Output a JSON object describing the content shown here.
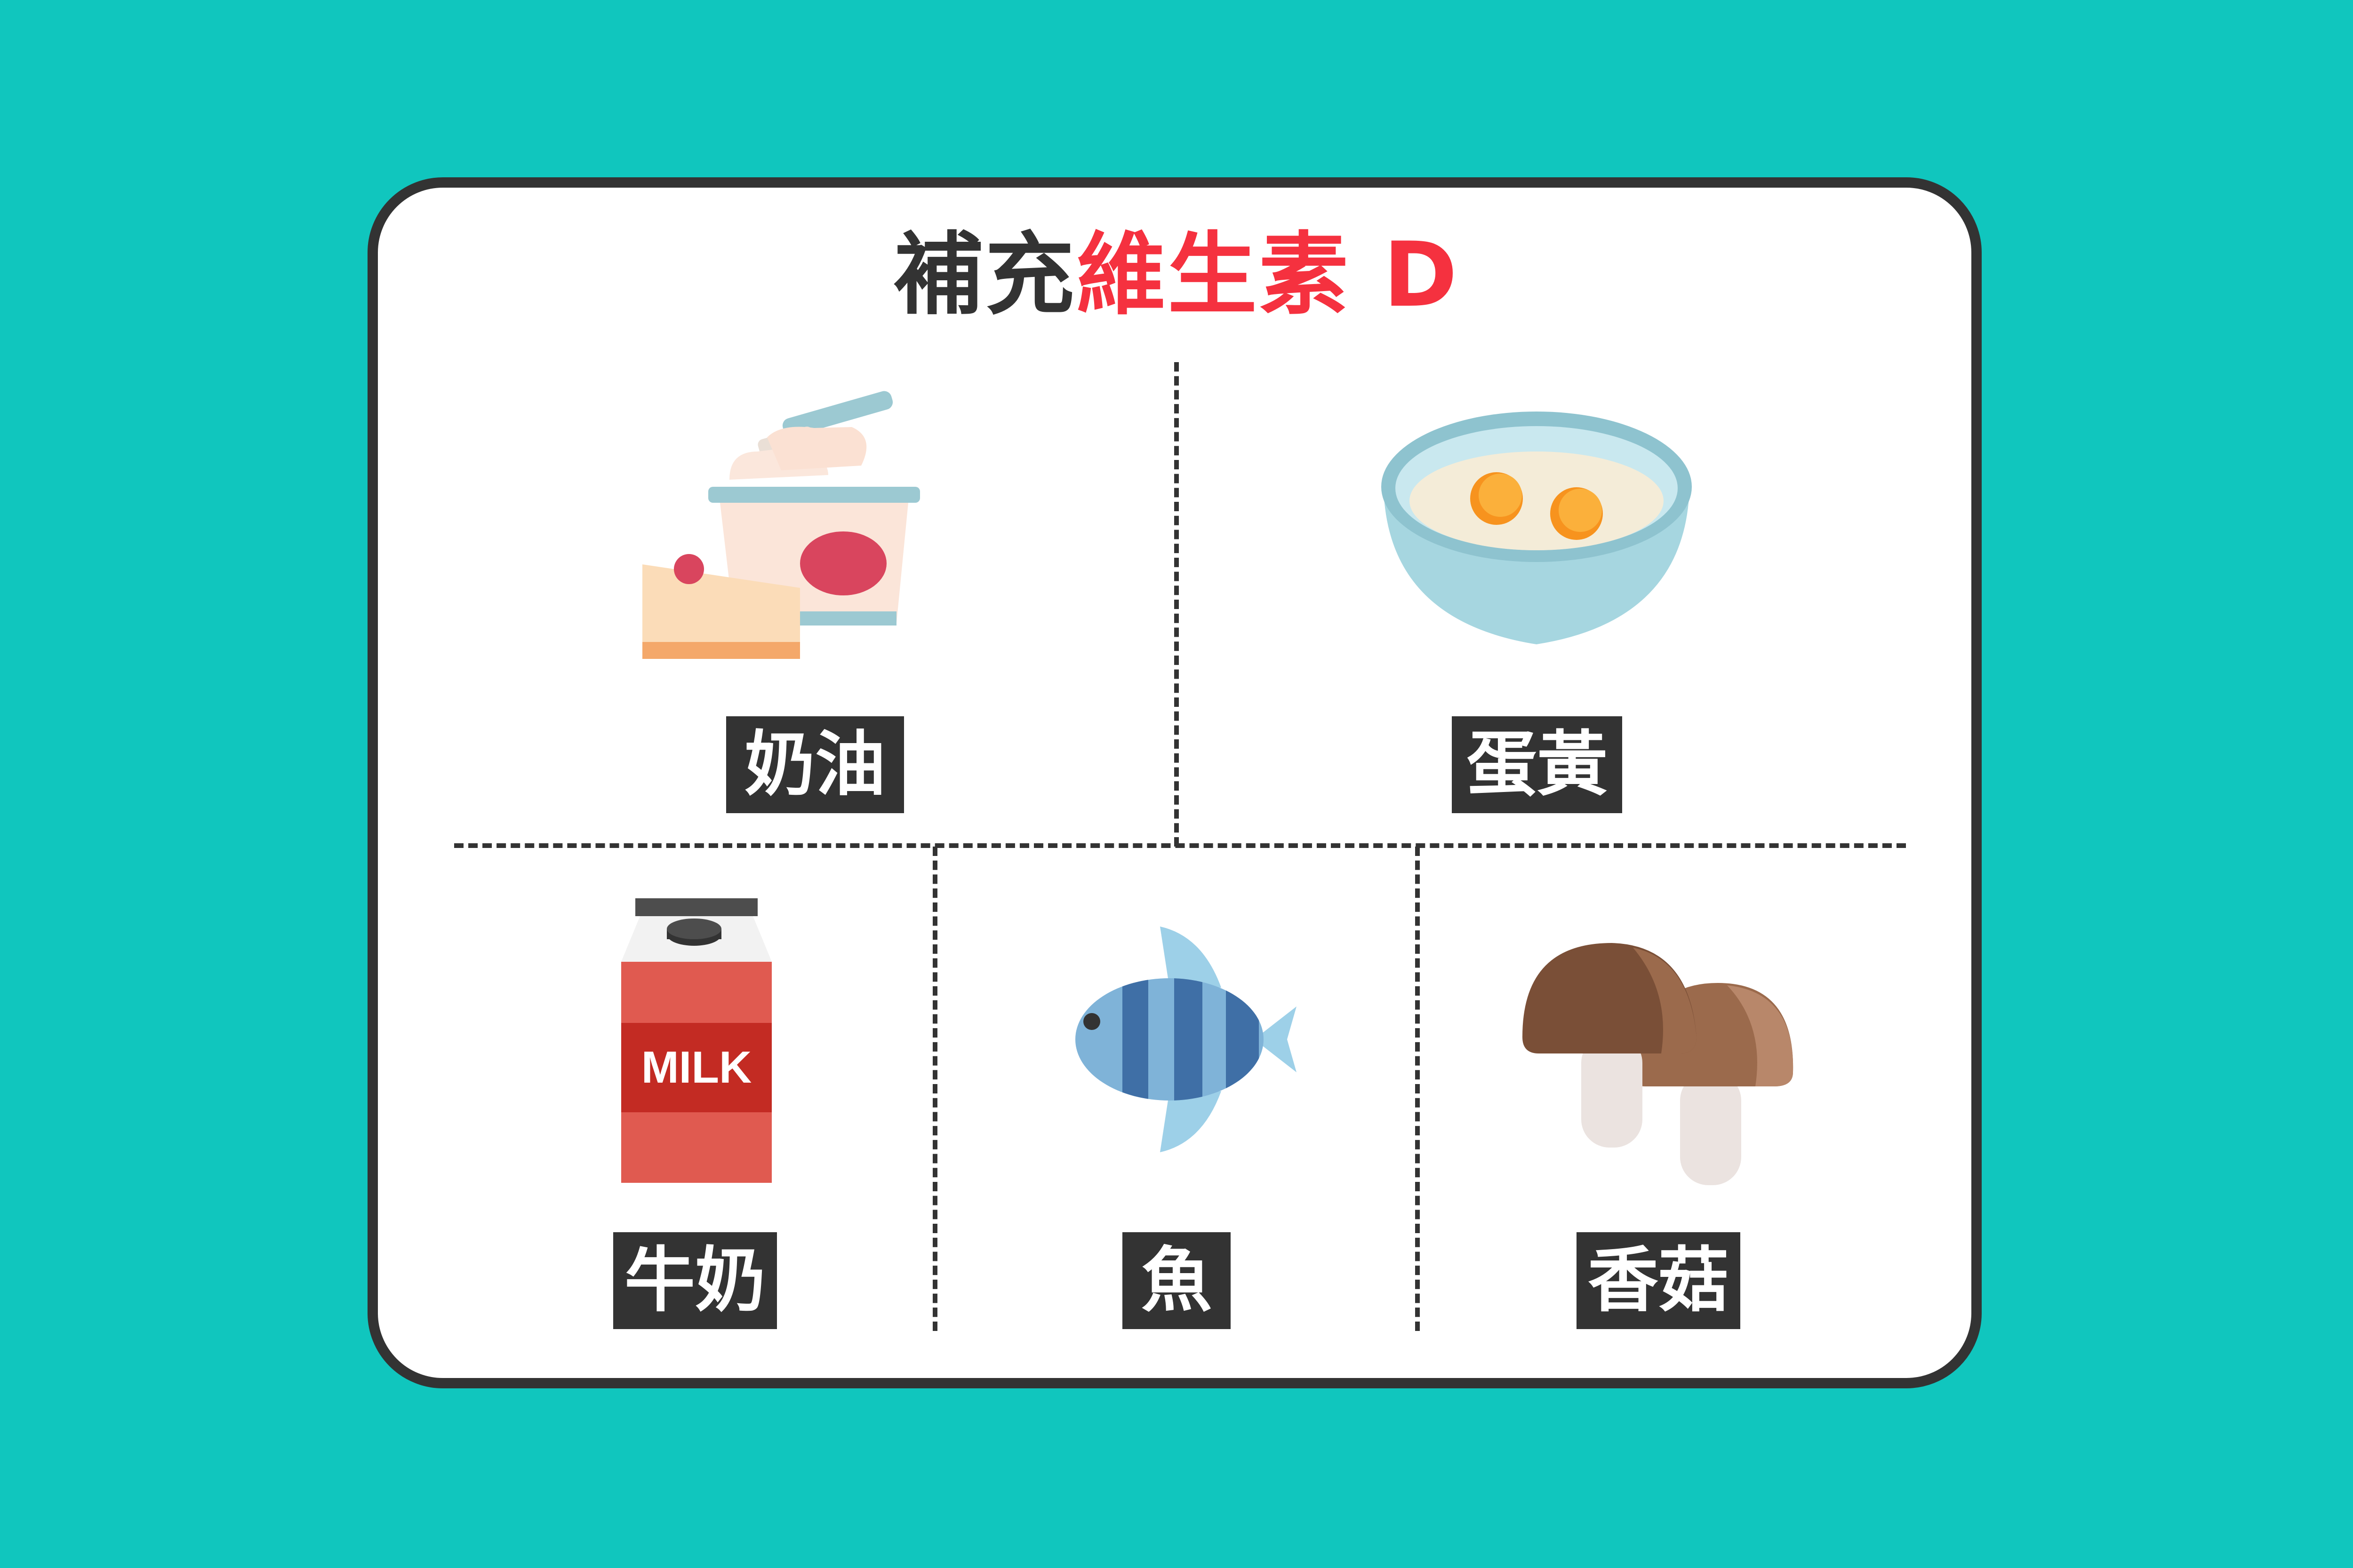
{
  "colors": {
    "background": "#10c6be",
    "card": "#ffffff",
    "border": "#333333",
    "title_dark": "#333333",
    "title_accent": "#f5313f",
    "label_bg": "#333333",
    "label_text": "#ffffff"
  },
  "title": {
    "part1": "補充",
    "part2": "維生素 D"
  },
  "items": [
    {
      "icon": "butter-icon",
      "label": "奶油"
    },
    {
      "icon": "egg-bowl-icon",
      "label": "蛋黃"
    },
    {
      "icon": "milk-carton-icon",
      "label": "牛奶",
      "carton_text": "MILK"
    },
    {
      "icon": "fish-icon",
      "label": "魚"
    },
    {
      "icon": "mushroom-icon",
      "label": "香菇"
    }
  ]
}
